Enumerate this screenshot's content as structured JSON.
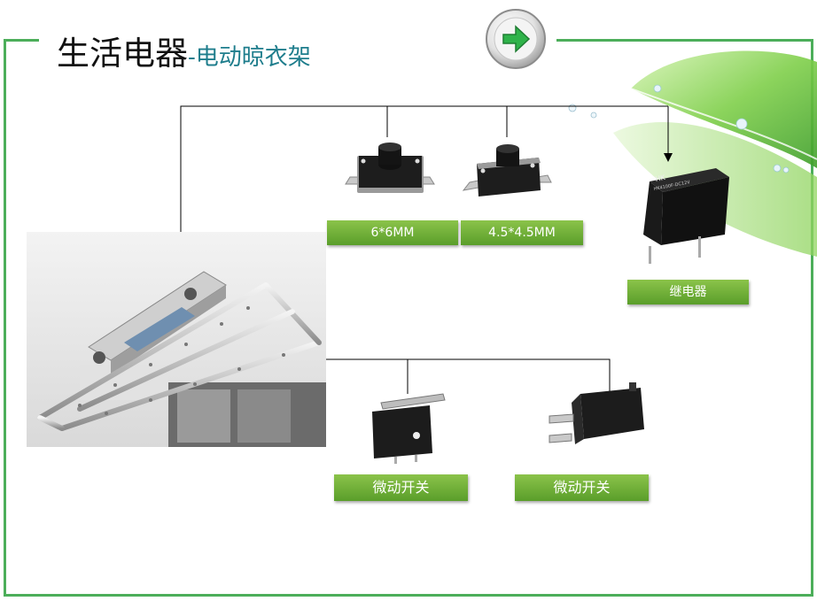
{
  "title": {
    "main": "生活电器",
    "sub": "-电动晾衣架"
  },
  "nav": {
    "icon": "arrow-right-icon"
  },
  "colors": {
    "frame": "#4cae5a",
    "label_green": "#6fb23a",
    "subtitle": "#1e7d8c"
  },
  "components": {
    "switch_6x6": {
      "label": "6*6MM"
    },
    "switch_45x45": {
      "label": "4.5*4.5MM"
    },
    "relay": {
      "label": "继电器",
      "marking": "HK",
      "part": "HK4100F-DC12V"
    },
    "microswitch_1": {
      "label": "微动开关"
    },
    "microswitch_2": {
      "label": "微动开关"
    }
  }
}
